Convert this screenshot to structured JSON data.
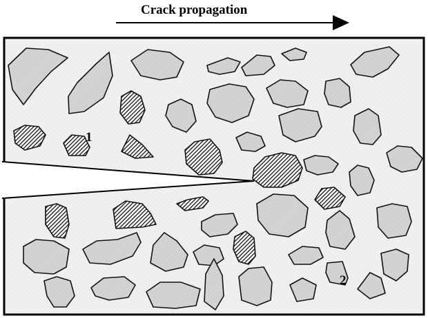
{
  "title": "Crack propagation",
  "labels": {
    "aggregate_1": "1",
    "aggregate_2": "2"
  },
  "colors": {
    "matrix": "#f2f2f2",
    "aggregate_fill": "#d4d4d4",
    "hatched_aggregate": "#222222",
    "outline": "#111111",
    "crack": "#ffffff"
  },
  "icons": {
    "arrow": "right-arrow-icon"
  }
}
